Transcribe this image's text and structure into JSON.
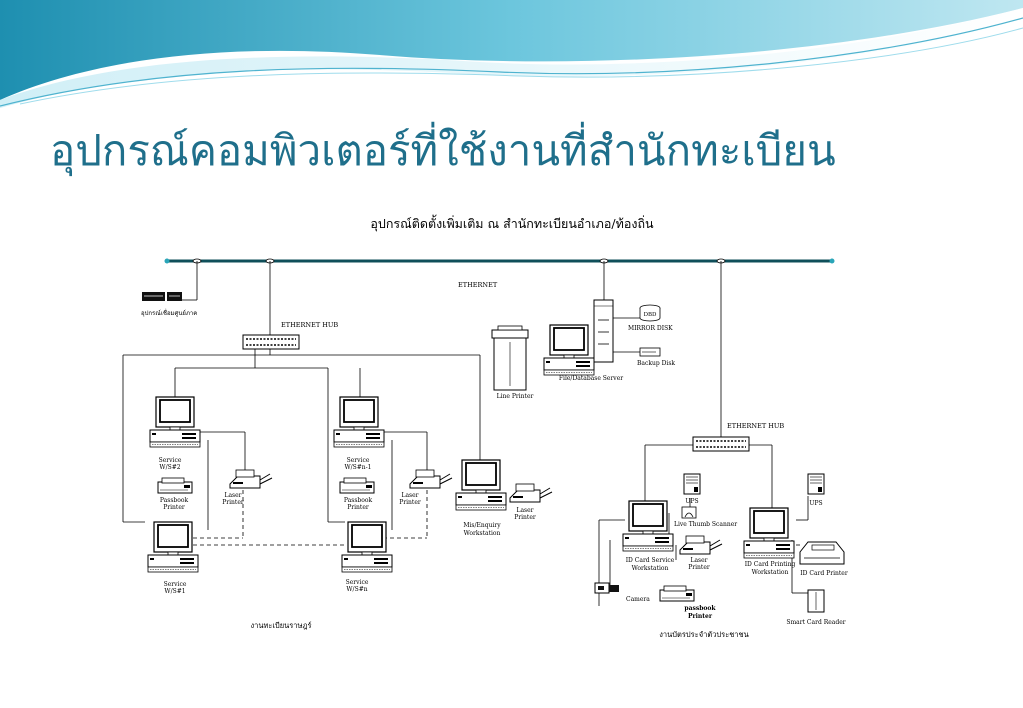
{
  "slide": {
    "title": "อุปกรณ์คอมพิวเตอร์ที่ใช้งานที่สำนักทะเบียน"
  },
  "diagram": {
    "heading": "อุปกรณ์ติดตั้งเพิ่มเติม ณ สำนักทะเบียนอำเภอ/ท้องถิ่น",
    "ethernet_label": "ETHERNET",
    "regional_center_label": "อุปกรณ์เชื่อมศูนย์ภาค",
    "hub_left_label": "ETHERNET HUB",
    "hub_right_label": "ETHERNET HUB",
    "dbd_label": "DBD",
    "mirror_disk_label": "MIRROR DISK",
    "backup_disk_label": "Backup Disk",
    "file_server_label": "File/Database Server",
    "line_printer_label": "Line Printer",
    "ws2_label": [
      "Service",
      "W/S#2"
    ],
    "wsn1_label": [
      "Service",
      "W/S#n-1"
    ],
    "ws1_label": [
      "Service",
      "W/S#1"
    ],
    "wsn_label": [
      "Service",
      "W/S#n"
    ],
    "passbook_left_label": [
      "Passbook",
      "Printer"
    ],
    "passbook_mid_label": [
      "Passbook",
      "Printer"
    ],
    "laser_left_label": [
      "Laser",
      "Printer"
    ],
    "laser_mid_label": [
      "Laser",
      "Printer"
    ],
    "laser_mis_label": [
      "Laser",
      "Printer"
    ],
    "mis_label": [
      "Mis/Enquiry",
      "Workstation"
    ],
    "reg_section_label": "งานทะเบียนราษฎร์",
    "ups_left_label": "UPS",
    "ups_right_label": "UPS",
    "live_thumb_label": "Live Thumb  Scanner",
    "id_service_label": [
      "ID Card Service",
      "Workstation"
    ],
    "laser_id_label": [
      "Laser",
      "Printer"
    ],
    "id_printing_label": [
      "ID Card Printing",
      "Workstation"
    ],
    "id_card_printer_label": "ID Card Printer",
    "camera_label": "Camera",
    "passbook_right_label": [
      "passbook",
      "Printer"
    ],
    "smart_card_label": "Smart Card Reader",
    "id_section_label": "งานบัตรประจำตัวประชาชน"
  },
  "colors": {
    "title": "#1f6f8b",
    "banner_dark": "#2e9ab8",
    "banner_light": "#8fd3e6",
    "ethernet_cable": "#0f4f5a"
  }
}
